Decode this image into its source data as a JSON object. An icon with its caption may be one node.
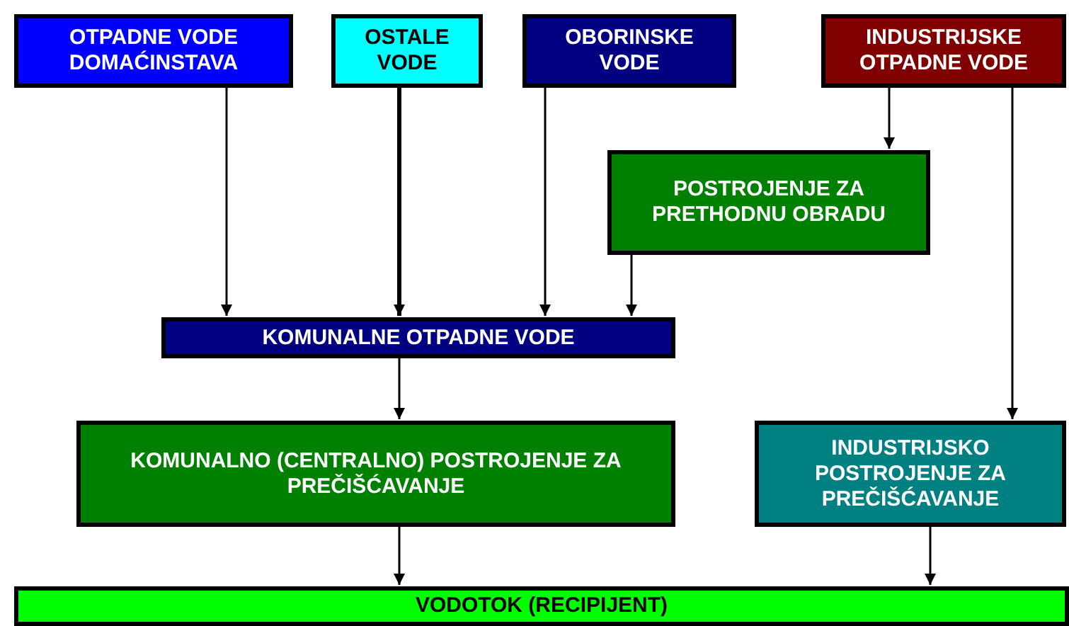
{
  "diagram": {
    "nodes": [
      {
        "text": [
          "OTPADNE VODE DOMAĆINSTAVA"
        ]
      },
      {
        "text": [
          "OSTALE VODE"
        ]
      },
      {
        "text": [
          "OBORINSKE VODE"
        ]
      },
      {
        "text": [
          "INDUSTRIJSKE OTPADNE VODE"
        ]
      },
      {
        "text": [
          "POSTROJENJE ZA PRETHODNU OBRADU"
        ]
      },
      {
        "text": [
          "KOMUNALNE OTPADNE VODE"
        ]
      },
      {
        "text": [
          "KOMUNALNO (CENTRALNO) POSTROJENJE ZA PREČIŠĆAVANJE"
        ]
      },
      {
        "text": [
          "INDUSTRIJSKO POSTROJENJE ZA PREČIŠĆAVANJE"
        ]
      },
      {
        "text": [
          "VODOTOK (RECIPIJENT)"
        ]
      }
    ],
    "edges": [
      {
        "from": 0,
        "to": 5,
        "arrow": "to"
      },
      {
        "from": 1,
        "to": 5,
        "arrow": "to",
        "style": "thick"
      },
      {
        "from": 2,
        "to": 5,
        "arrow": "to"
      },
      {
        "from": 3,
        "to": 4,
        "arrow": "to"
      },
      {
        "from": 4,
        "to": 5,
        "arrow": "to"
      },
      {
        "from": 5,
        "to": 6,
        "arrow": "to"
      },
      {
        "from": 3,
        "to": 7,
        "arrow": "to"
      },
      {
        "from": 6,
        "to": 8,
        "arrow": "to"
      },
      {
        "from": 7,
        "to": 8,
        "arrow": "to"
      }
    ]
  }
}
